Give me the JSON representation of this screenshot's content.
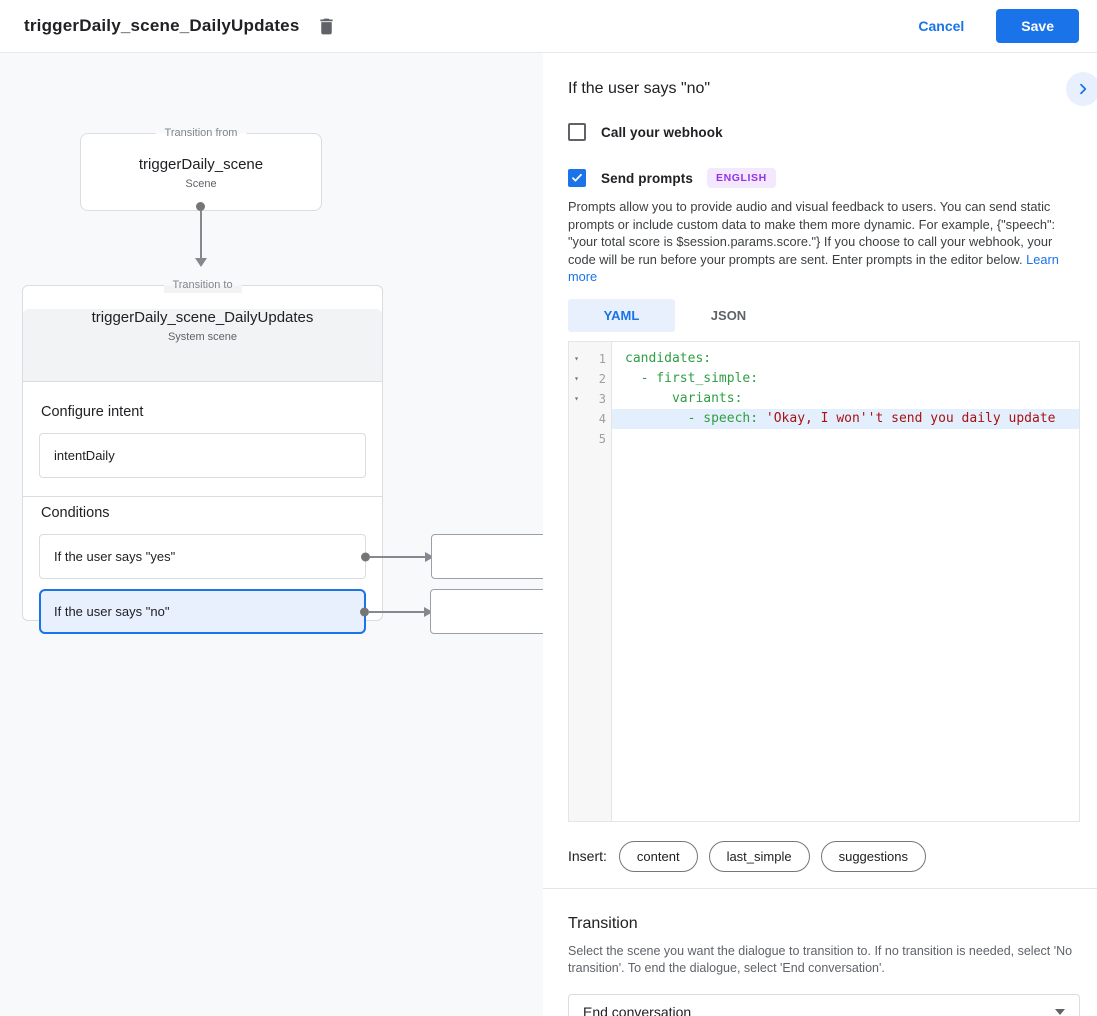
{
  "header": {
    "title": "triggerDaily_scene_DailyUpdates",
    "cancel_label": "Cancel",
    "save_label": "Save"
  },
  "canvas": {
    "from_box": {
      "legend": "Transition from",
      "title": "triggerDaily_scene",
      "subtitle": "Scene"
    },
    "to_card": {
      "legend": "Transition to",
      "title": "triggerDaily_scene_DailyUpdates",
      "subtitle": "System scene",
      "intent_label": "Configure intent",
      "intent_value": "intentDaily",
      "conditions_label": "Conditions",
      "conditions": [
        {
          "label": "If the user says \"yes\"",
          "selected": false
        },
        {
          "label": "If the user says \"no\"",
          "selected": true
        }
      ]
    }
  },
  "panel": {
    "title": "If the user says \"no\"",
    "webhook_label": "Call your webhook",
    "webhook_checked": false,
    "prompts_label": "Send prompts",
    "prompts_checked": true,
    "language_badge": "ENGLISH",
    "description": "Prompts allow you to provide audio and visual feedback to users. You can send static prompts or include custom data to make them more dynamic. For example, {\"speech\": \"your total score is $session.params.score.\"} If you choose to call your webhook, your code will be run before your prompts are sent. Enter prompts in the editor below. ",
    "learn_more": "Learn more",
    "tabs": [
      {
        "label": "YAML",
        "active": true
      },
      {
        "label": "JSON",
        "active": false
      }
    ],
    "editor": {
      "rows": [
        {
          "num": "1",
          "fold": true,
          "highlight": false,
          "segments": [
            {
              "type": "key",
              "text": "candidates:"
            }
          ]
        },
        {
          "num": "2",
          "fold": true,
          "highlight": false,
          "segments": [
            {
              "type": "key",
              "text": "  - first_simple:"
            }
          ]
        },
        {
          "num": "3",
          "fold": true,
          "highlight": false,
          "segments": [
            {
              "type": "key",
              "text": "      variants:"
            }
          ]
        },
        {
          "num": "4",
          "fold": false,
          "highlight": true,
          "segments": [
            {
              "type": "key",
              "text": "        - speech: "
            },
            {
              "type": "str",
              "text": "'Okay, I won''t send you daily update"
            }
          ]
        },
        {
          "num": "5",
          "fold": false,
          "highlight": false,
          "segments": []
        }
      ]
    },
    "insert_label": "Insert:",
    "insert_buttons": [
      "content",
      "last_simple",
      "suggestions"
    ],
    "transition": {
      "title": "Transition",
      "description": "Select the scene you want the dialogue to transition to. If no transition is needed, select 'No transition'. To end the dialogue, select 'End conversation'.",
      "selected_value": "End conversation"
    }
  },
  "colors": {
    "accent_blue": "#1a73e8",
    "selected_condition_bg": "#e8f0fe",
    "badge_text": "#9334e6",
    "badge_bg": "#f3e8fd",
    "code_key_green": "#2f9e44",
    "code_string_red": "#aa1111",
    "highlight_line_bg": "#e3effc"
  }
}
